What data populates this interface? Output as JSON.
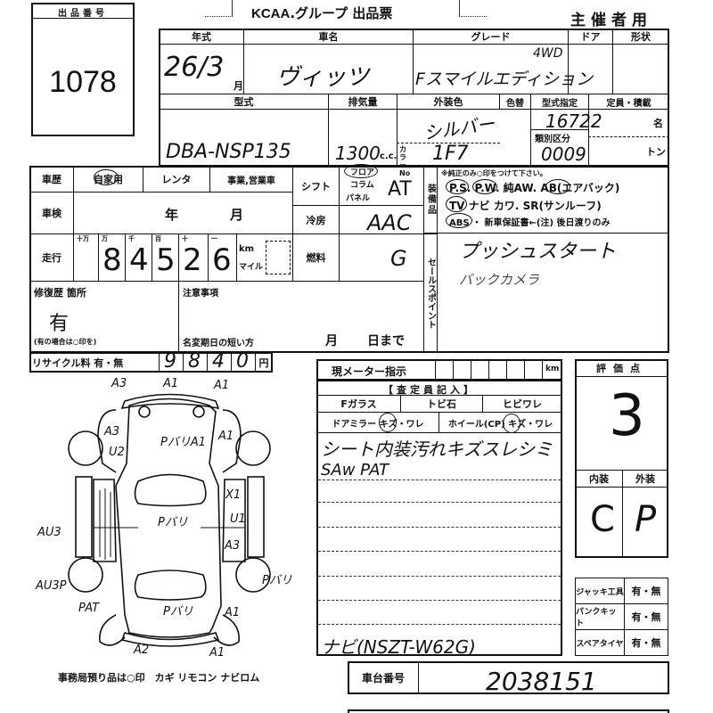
{
  "lot": {
    "label": "出品番号",
    "number": "1078"
  },
  "header": {
    "brand": "KCAA",
    "title": "グループ 出品票",
    "copy": "主催者用"
  },
  "vehicle": {
    "labels": {
      "year": "年式",
      "name": "車名",
      "grade": "グレード",
      "doors": "ドア",
      "shape": "形状",
      "model": "型式",
      "displacement": "排気量",
      "color": "外装色",
      "color_change": "色替",
      "type_designation": "型式指定",
      "capacity": "定員・積載",
      "class": "類別区分",
      "color_no": "カラーNo",
      "persons": "名",
      "tons": "トン",
      "month": "月",
      "cc": "c.c."
    },
    "year": "26/3",
    "name": "ヴィッツ",
    "grade": "Fスマイルエディション",
    "drive": "4WD",
    "model": "DBA-NSP135",
    "displacement": "1300",
    "color": "シルバー",
    "color_no": "1F7",
    "type_designation": "16722",
    "class": "0009"
  },
  "history": {
    "label": "車歴",
    "options": [
      "自家用",
      "レンタ",
      "事業,営業車"
    ],
    "selected": "自家用"
  },
  "inspection": {
    "label": "車検",
    "year": "年",
    "month": "月"
  },
  "mileage": {
    "label": "走行",
    "units": [
      "十万",
      "万",
      "千",
      "百",
      "十",
      "一"
    ],
    "digits": [
      "",
      "8",
      "4",
      "5",
      "2",
      "6"
    ],
    "km": "km",
    "mile": "マイル"
  },
  "shift": {
    "label": "シフト",
    "options": [
      "フロア",
      "コラム",
      "パネル"
    ],
    "value": "AT"
  },
  "ac": {
    "label": "冷房",
    "value": "AAC"
  },
  "fuel": {
    "label": "燃料",
    "value": "G"
  },
  "equipment": {
    "label": "装備品",
    "note": "※純正のみ○印をつけて下さい。",
    "line1": "P.S. P.W. 純AW. AB(エアバック)",
    "line2": "TV ナビ カワ. SR(サンルーフ)",
    "line3": "ABS ・ 新車保証書←(注) 後日渡りのみ"
  },
  "sales_point": {
    "label": "セールスポイント",
    "lines": [
      "プッシュスタート",
      "バックカメラ"
    ]
  },
  "repair": {
    "label": "修復歴 箇所",
    "value": "有",
    "note": "(有の場合は○印を)"
  },
  "notes": {
    "label": "注意事項",
    "deadline": "名変期日の短い方",
    "month": "月",
    "day": "日まで"
  },
  "recycle": {
    "label": "リサイクル料 有・無",
    "digits": [
      "9",
      "8",
      "4",
      "0"
    ],
    "yen": "円"
  },
  "meter": {
    "label": "現メーター指示",
    "km": "km"
  },
  "inspector": {
    "label": "【査定員記入】",
    "fglass": "Fガラス",
    "chip": "トビ石",
    "crack": "ヒビワレ",
    "mirror": "ドアミラー キズ・ワレ",
    "wheel": "ホイール(CP) キズ・ワレ",
    "lines": [
      "シート内装汚れキズスレシミ",
      "SAw PAT",
      "",
      "",
      "",
      "",
      "ナビ(NSZT-W62G)"
    ]
  },
  "score": {
    "label": "評価点",
    "value": "3",
    "interior_label": "内装",
    "exterior_label": "外装",
    "interior": "C",
    "exterior": "P"
  },
  "accessories": [
    {
      "label": "ジャッキ工具",
      "value": "有・無"
    },
    {
      "label": "パンクキット",
      "value": "有・無"
    },
    {
      "label": "スペアタイヤ",
      "value": "有・無"
    }
  ],
  "chassis": {
    "label": "車台番号",
    "value": "2038151"
  },
  "diagram": {
    "marks": [
      "A3",
      "A1",
      "A1",
      "A3",
      "U2",
      "PバリA1",
      "A1",
      "X1",
      "U1",
      "Pバリ",
      "A3",
      "AU3",
      "AU3P",
      "Pバリ",
      "PAT",
      "Pバリ",
      "A1",
      "A2",
      "A1"
    ],
    "footer": "事務局預り品は○印　カギ リモコン ナビロム"
  }
}
